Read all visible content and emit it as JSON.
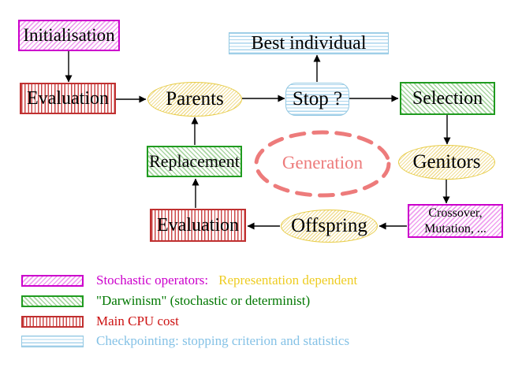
{
  "diagram": {
    "nodes": {
      "initialisation": {
        "label": "Initialisation"
      },
      "evaluation_top": {
        "label": "Evaluation"
      },
      "parents": {
        "label": "Parents"
      },
      "stop": {
        "label": "Stop ?"
      },
      "best_individual": {
        "label": "Best individual"
      },
      "selection": {
        "label": "Selection"
      },
      "genitors": {
        "label": "Genitors"
      },
      "crossover_mutation": {
        "line1": "Crossover,",
        "line2": "Mutation, ..."
      },
      "offspring": {
        "label": "Offspring"
      },
      "evaluation_bottom": {
        "label": "Evaluation"
      },
      "replacement": {
        "label": "Replacement"
      },
      "generation": {
        "label": "Generation"
      }
    },
    "legend": {
      "items": [
        {
          "swatch": "magenta-diagonal-hatch",
          "text": "Stochastic operators:",
          "text2": "Representation dependent"
        },
        {
          "swatch": "green-diagonal-hatch",
          "text": "\"Darwinism\" (stochastic or determinist)"
        },
        {
          "swatch": "red-vertical-lines",
          "text": "Main CPU cost"
        },
        {
          "swatch": "cyan-horizontal-lines",
          "text": "Checkpointing: stopping criterion and statistics"
        }
      ]
    },
    "colors": {
      "magenta": "#cc00cc",
      "green": "#1f9b1f",
      "green_text": "#007700",
      "red": "#c03030",
      "red_text": "#cc1111",
      "cyan": "#93c8e2",
      "cyan_text": "#85c2e6",
      "yellow": "#e8cc44",
      "gold_text": "#eecc22",
      "salmon": "#ed7b7b",
      "arrow": "#000000"
    }
  }
}
